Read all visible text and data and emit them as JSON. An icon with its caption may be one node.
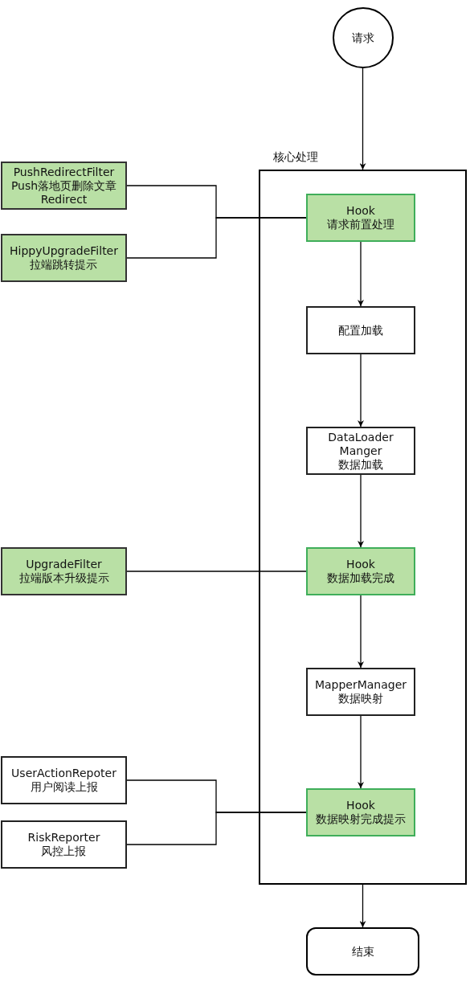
{
  "diagram": {
    "nodes": [
      {
        "text": [
          "请求"
        ]
      },
      {
        "text": [
          "核心处理"
        ]
      },
      {
        "text": [
          "Hook 请求前置处理"
        ],
        "in": 1
      },
      {
        "text": [
          "配置加载"
        ],
        "in": 1
      },
      {
        "text": [
          "DataLoader Manger 数据加载"
        ],
        "in": 1
      },
      {
        "text": [
          "Hook 数据加载完成"
        ],
        "in": 1
      },
      {
        "text": [
          "MapperManager 数据映射"
        ],
        "in": 1
      },
      {
        "text": [
          "Hook 数据映射完成提示"
        ],
        "in": 1
      },
      {
        "text": [
          "结束"
        ]
      },
      {
        "text": [
          "PushRedirectFilter Push落地页删除文章 Redirect"
        ]
      },
      {
        "text": [
          "HippyUpgradeFilter 拉端跳转提示"
        ]
      },
      {
        "text": [
          "UpgradeFilter 拉端版本升级提示"
        ]
      },
      {
        "text": [
          "UserActionRepoter 用户阅读上报"
        ]
      },
      {
        "text": [
          "RiskReporter 风控上报"
        ]
      }
    ],
    "edges": [
      {
        "from": 0,
        "to": 1,
        "arrow": "to"
      },
      {
        "from": 2,
        "to": 3,
        "arrow": "to"
      },
      {
        "from": 3,
        "to": 4,
        "arrow": "to"
      },
      {
        "from": 4,
        "to": 5,
        "arrow": "to"
      },
      {
        "from": 5,
        "to": 6,
        "arrow": "to"
      },
      {
        "from": 6,
        "to": 7,
        "arrow": "to"
      },
      {
        "from": 1,
        "to": 8,
        "arrow": "to"
      },
      {
        "from": 9,
        "to": 2,
        "arrow": "none"
      },
      {
        "from": 10,
        "to": 2,
        "arrow": "none"
      },
      {
        "from": 11,
        "to": 5,
        "arrow": "none"
      },
      {
        "from": 12,
        "to": 7,
        "arrow": "none"
      },
      {
        "from": 13,
        "to": 7,
        "arrow": "none"
      }
    ]
  }
}
